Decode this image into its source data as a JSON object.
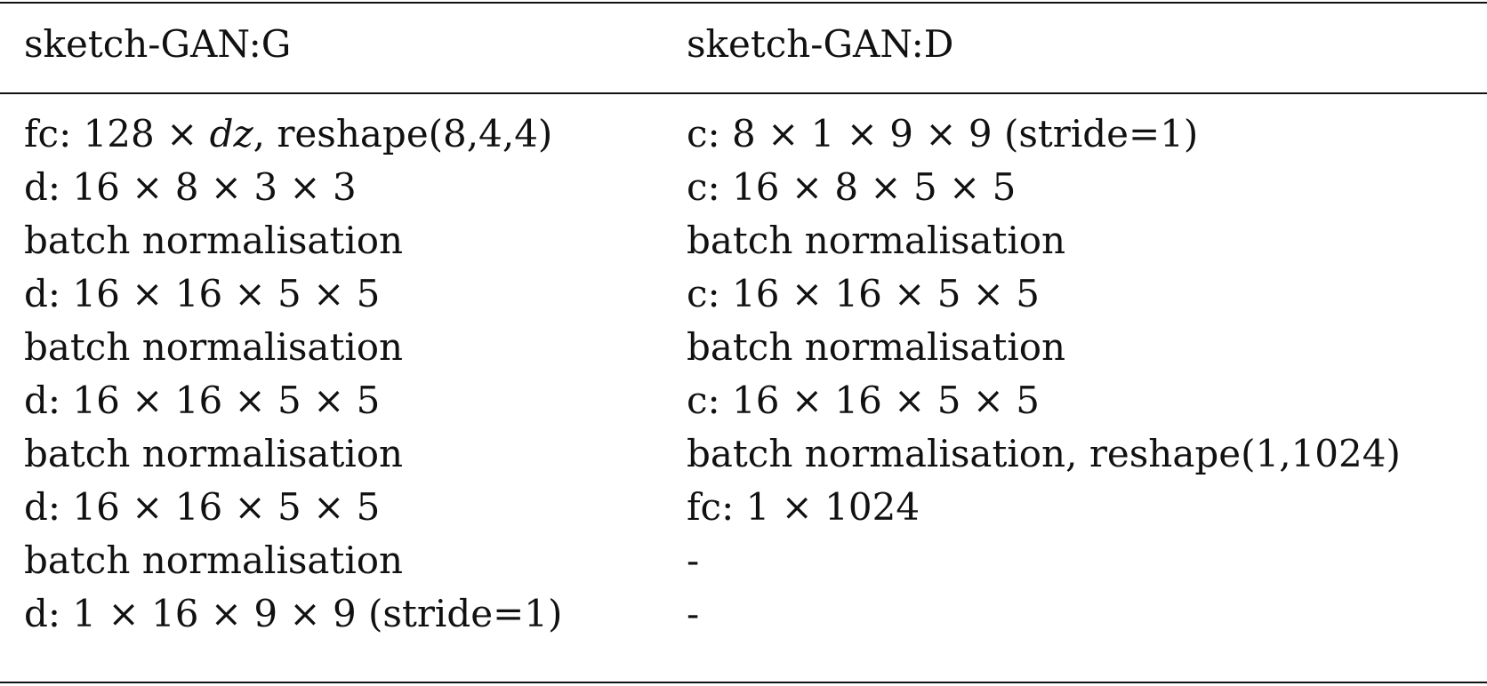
{
  "table": {
    "headers": [
      "sketch-GAN:G",
      "sketch-GAN:D"
    ],
    "rows": [
      {
        "g_prefix": "fc: 128 × ",
        "g_italic": "dz",
        "g_suffix": ", reshape(8,4,4)",
        "d": "c: 8 × 1 × 9 × 9 (stride=1)"
      },
      {
        "g": "d: 16 × 8 × 3 × 3",
        "d": "c: 16 × 8 × 5 × 5"
      },
      {
        "g": "batch normalisation",
        "d": "batch normalisation"
      },
      {
        "g": "d: 16 × 16 × 5 × 5",
        "d": "c: 16 × 16 × 5 × 5"
      },
      {
        "g": "batch normalisation",
        "d": "batch normalisation"
      },
      {
        "g": "d: 16 × 16 × 5 × 5",
        "d": "c: 16 × 16 × 5 × 5"
      },
      {
        "g": "batch normalisation",
        "d": "batch normalisation, reshape(1,1024)"
      },
      {
        "g": "d: 16 × 16 × 5 × 5",
        "d": "fc: 1 × 1024"
      },
      {
        "g": "batch normalisation",
        "d": "-"
      },
      {
        "g": "d: 1 × 16 × 9 × 9 (stride=1)",
        "d": "-"
      }
    ]
  }
}
